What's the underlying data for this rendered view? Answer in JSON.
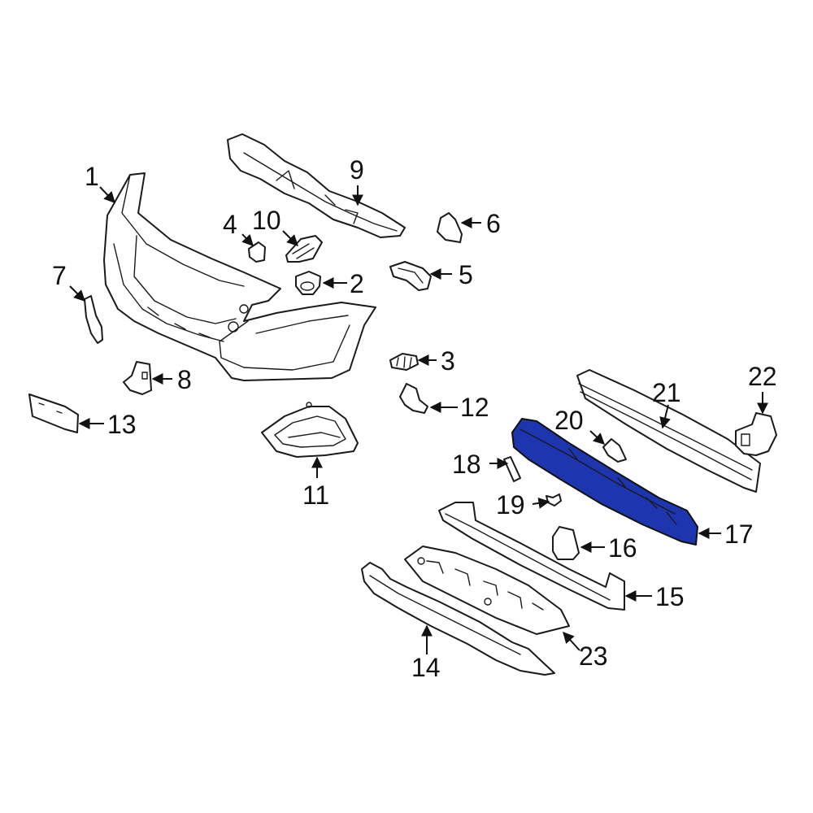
{
  "diagram": {
    "highlight_color": "#1e35b0",
    "highlight_part": "17",
    "callouts": [
      "1",
      "2",
      "3",
      "4",
      "5",
      "6",
      "7",
      "8",
      "9",
      "10",
      "11",
      "12",
      "13",
      "14",
      "15",
      "16",
      "17",
      "18",
      "19",
      "20",
      "21",
      "22",
      "23"
    ]
  }
}
